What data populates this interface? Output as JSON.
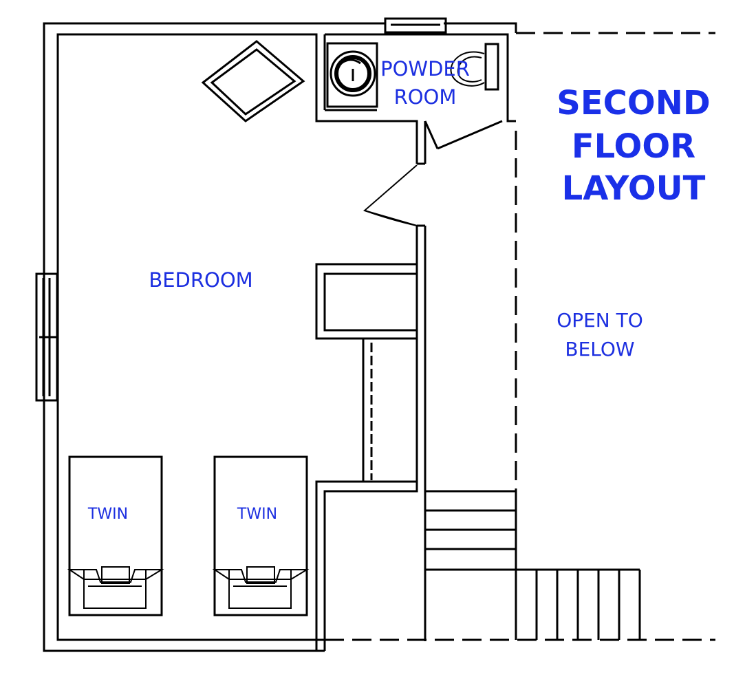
{
  "diagram": {
    "title_lines": [
      "SECOND",
      "FLOOR",
      "LAYOUT"
    ],
    "rooms": {
      "bedroom": "BEDROOM",
      "powder_room_line1": "POWDER",
      "powder_room_line2": "ROOM",
      "open_line1": "OPEN TO",
      "open_line2": "BELOW",
      "bed_left": "TWIN",
      "bed_right": "TWIN"
    },
    "colors": {
      "label": "#1c2fe0",
      "title": "#1a30e8",
      "line": "#000000"
    }
  }
}
